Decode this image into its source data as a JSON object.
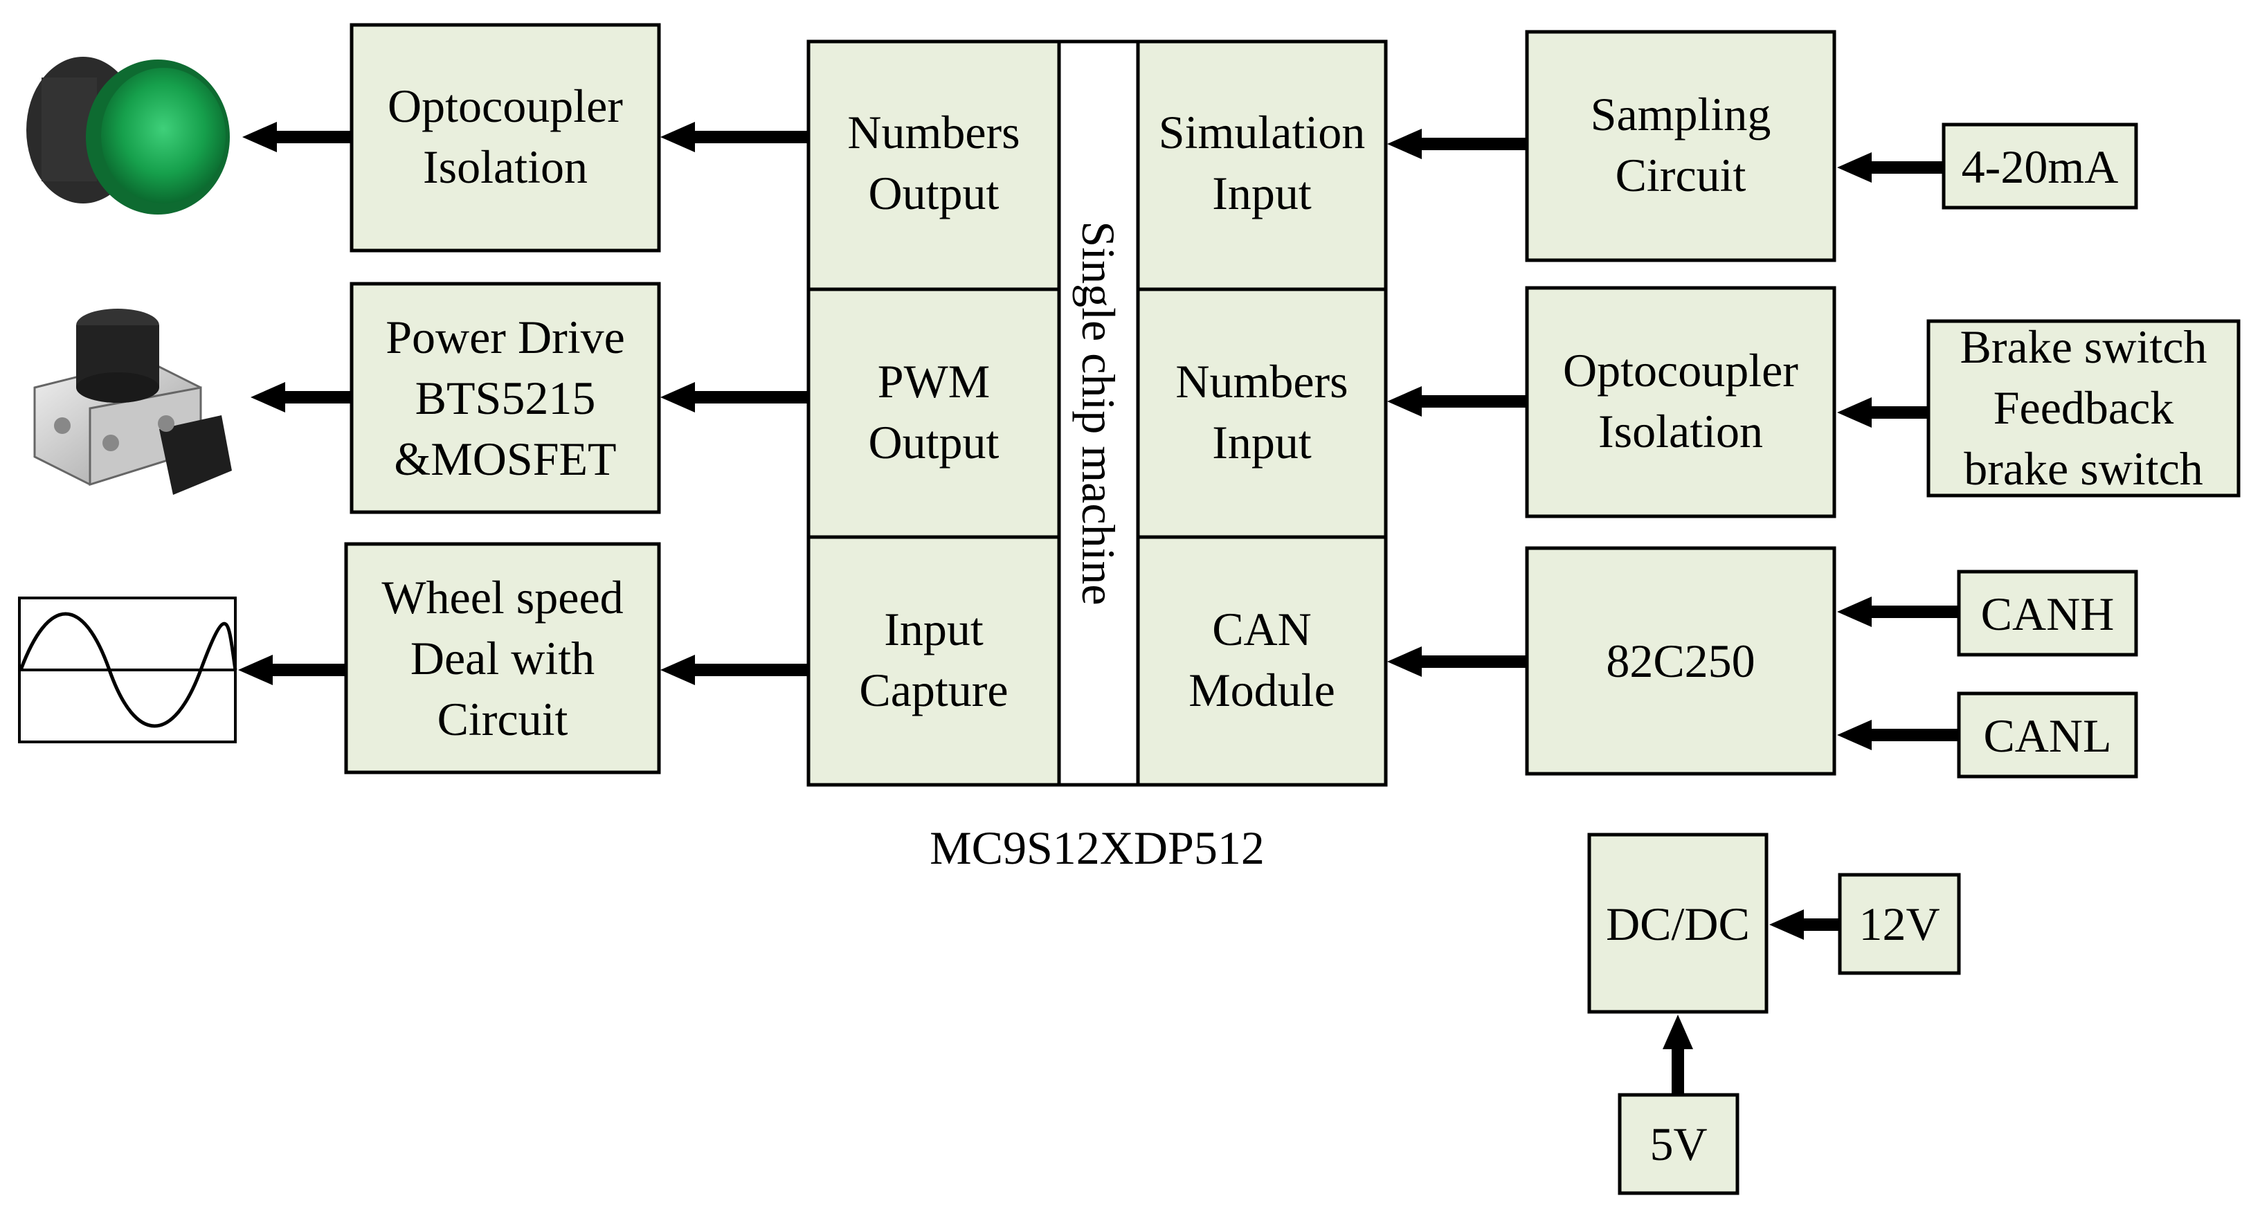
{
  "left_blocks": {
    "optocoupler": [
      "Optocoupler",
      "Isolation"
    ],
    "power_drive": [
      "Power Drive",
      "BTS5215",
      "&MOSFET"
    ],
    "wheel_speed": [
      "Wheel speed",
      "Deal with",
      "Circuit"
    ]
  },
  "mcu": {
    "numbers_output": [
      "Numbers",
      "Output"
    ],
    "pwm_output": [
      "PWM",
      "Output"
    ],
    "input_capture": [
      "Input",
      "Capture"
    ],
    "core_label": "Single chip machine",
    "simulation_input": [
      "Simulation",
      "Input"
    ],
    "numbers_input": [
      "Numbers",
      "Input"
    ],
    "can_module": [
      "CAN",
      "Module"
    ],
    "caption": "MC9S12XDP512"
  },
  "right_blocks": {
    "sampling": [
      "Sampling",
      "Circuit"
    ],
    "optocoupler": [
      "Optocoupler",
      "Isolation"
    ],
    "transceiver": "82C250"
  },
  "inputs": {
    "current_loop": "4-20mA",
    "brake": [
      "Brake switch",
      "Feedback",
      "brake switch"
    ],
    "canh": "CANH",
    "canl": "CANL"
  },
  "power": {
    "dcdc": "DC/DC",
    "v12": "12V",
    "v5": "5V"
  },
  "icons": {
    "lamp": "green-indicator-lamp-icon",
    "actuator": "abs-hydraulic-unit-icon",
    "waveform": "sine-wave-icon"
  },
  "colors": {
    "block_fill": "#e9efdd",
    "lamp_green": "#1a9a48"
  }
}
